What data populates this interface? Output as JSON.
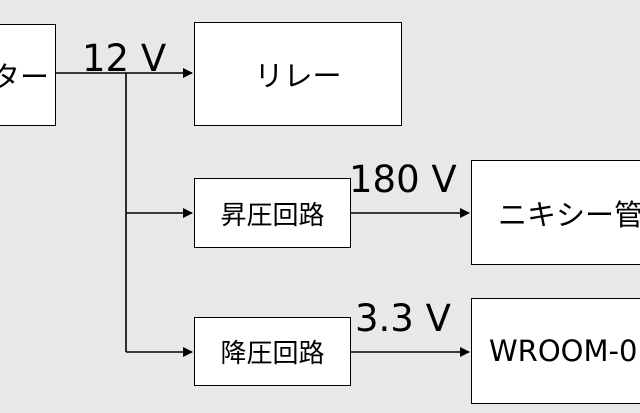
{
  "colors": {
    "background": "#e8e8e8",
    "box_fill": "#ffffff",
    "stroke": "#000000"
  },
  "nodes": {
    "source": {
      "label": "ター"
    },
    "relay": {
      "label": "リレー"
    },
    "boost": {
      "label": "昇圧回路"
    },
    "buck": {
      "label": "降圧回路"
    },
    "nixie": {
      "label": "ニキシー管"
    },
    "wroom": {
      "label": "WROOM-0"
    }
  },
  "edges": {
    "main_voltage": {
      "label": "12 V"
    },
    "boost_voltage": {
      "label": "180 V"
    },
    "buck_voltage": {
      "label": "3.3 V"
    }
  }
}
